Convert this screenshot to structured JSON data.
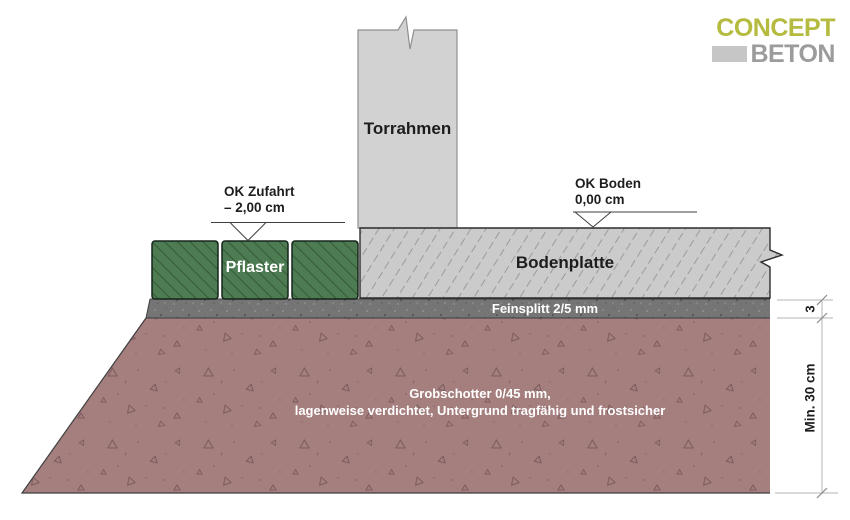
{
  "logo": {
    "line1": "CONCEPT",
    "line2": "BETON"
  },
  "diagram": {
    "torrahmen_label": "Torrahmen",
    "bodenplatte_label": "Bodenplatte",
    "pflaster_label": "Pflaster",
    "feinsplitt_label": "Feinsplitt 2/5 mm",
    "grobschotter_line1": "Grobschotter 0/45 mm,",
    "grobschotter_line2": "lagenweise verdichtet, Untergrund tragfähig und frostsicher",
    "ok_zufahrt": {
      "line1": "OK Zufahrt",
      "line2": "– 2,00 cm"
    },
    "ok_boden": {
      "line1": "OK Boden",
      "line2": "0,00 cm"
    },
    "dim_feinsplitt_thickness": "3",
    "dim_grobschotter_depth": "Min. 30 cm"
  },
  "colors": {
    "pflaster_green": "#4d7c52",
    "bodenplatte_gray": "#cbcbcb",
    "torrahmen_gray": "#d2d2d2",
    "feinsplitt_gray": "#757575",
    "grobschotter_red": "#a57e7e",
    "outline_dark": "#3f3f3f",
    "logo_olive": "#b4bb3e",
    "logo_gray": "#9c9c9c",
    "ink": "#1d1d1d"
  }
}
